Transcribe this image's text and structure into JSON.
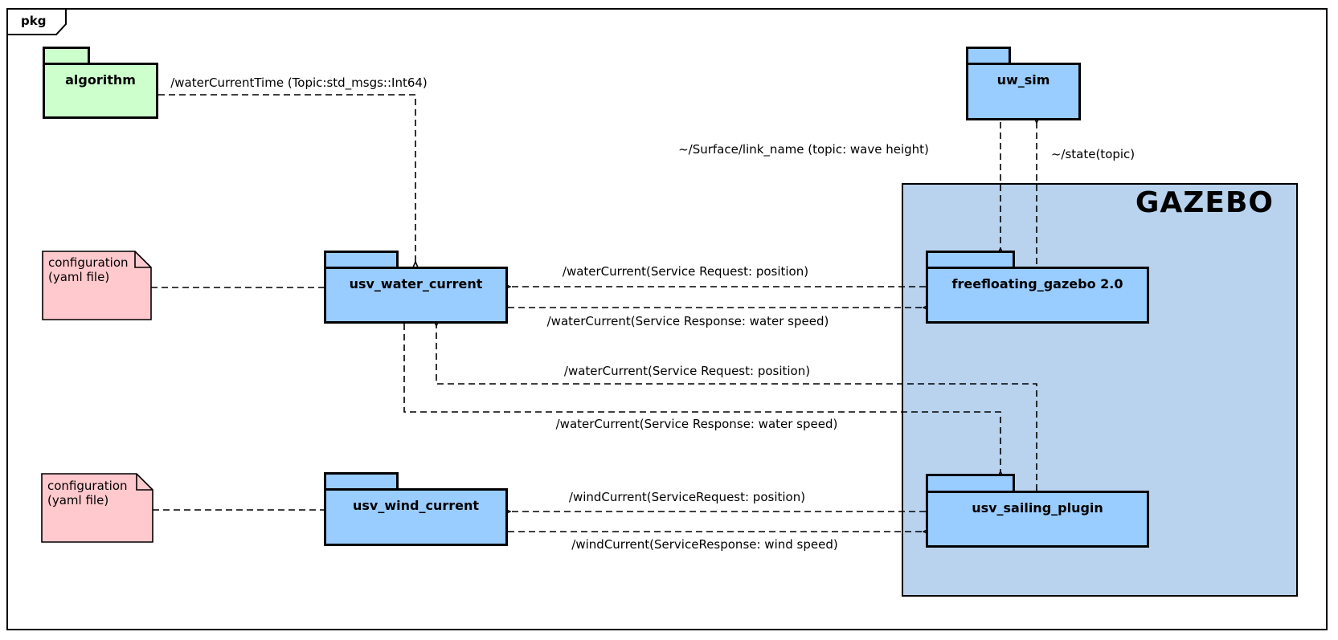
{
  "frame": {
    "tag": "pkg"
  },
  "container_label": "GAZEBO",
  "packages": {
    "algorithm": "algorithm",
    "uw_sim": "uw_sim",
    "usv_water_current": "usv_water_current",
    "usv_wind_current": "usv_wind_current",
    "freefloating_gazebo": "freefloating_gazebo 2.0",
    "usv_sailing_plugin": "usv_sailing_plugin"
  },
  "notes": {
    "top": {
      "line1": "configuration",
      "line2": "(yaml file)"
    },
    "bottom": {
      "line1": "configuration",
      "line2": "(yaml file)"
    }
  },
  "connections": {
    "water_current_time": {
      "label": "/waterCurrentTime (Topic:std_msgs::Int64)"
    },
    "surface_link_name": {
      "label": "~/Surface/link_name (topic: wave height)"
    },
    "state_topic": {
      "label": "~/state(topic)"
    },
    "water_request_ff": {
      "label": "/waterCurrent(Service Request: position)"
    },
    "water_response_ff": {
      "label": "/waterCurrent(Service Response: water speed)"
    },
    "water_request_sail": {
      "label": "/waterCurrent(Service Request: position)"
    },
    "water_response_sail": {
      "label": "/waterCurrent(Service Response: water speed)"
    },
    "wind_request": {
      "label": "/windCurrent(ServiceRequest: position)"
    },
    "wind_response": {
      "label": "/windCurrent(ServiceResponse: wind speed)"
    }
  },
  "colors": {
    "package_blue": "#99ccff",
    "container_blue": "#b9d3ee",
    "algorithm_green": "#ccffcc",
    "note_pink": "#ffc9cd"
  }
}
